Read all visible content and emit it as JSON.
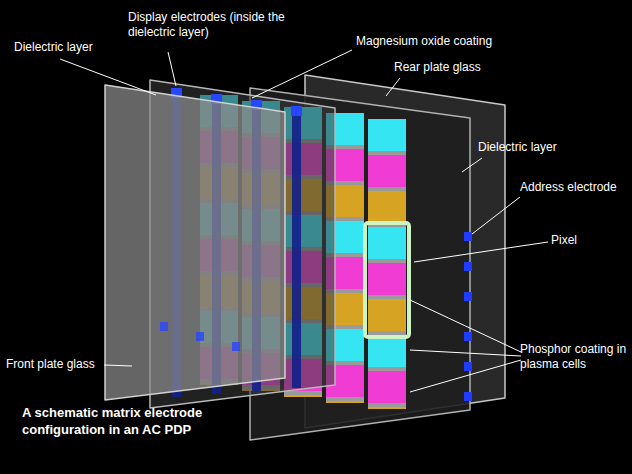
{
  "diagram": {
    "caption": "A schematic matrix electrode configuration in an AC PDP",
    "labels": [
      "Dielectric layer",
      "Display electrodes (inside the dielectric layer)",
      "Magnesium oxide coating",
      "Rear plate glass",
      "Dielectric layer",
      "Address electrode",
      "Pixel",
      "Phosphor coating in plasma cells",
      "Front plate glass"
    ]
  }
}
